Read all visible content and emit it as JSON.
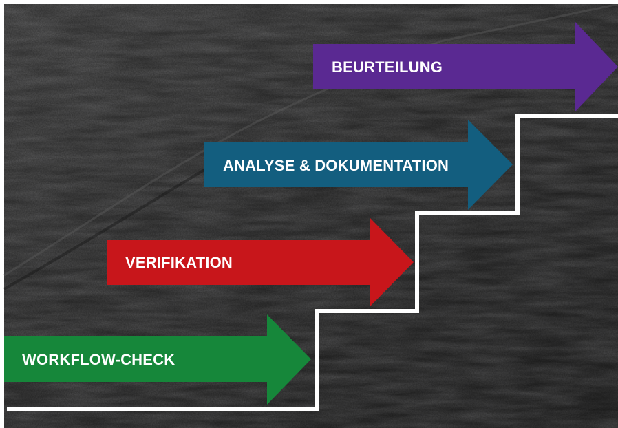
{
  "steps": [
    {
      "id": "workflow-check",
      "label": "WORKFLOW-CHECK",
      "color": "#16873a"
    },
    {
      "id": "verifikation",
      "label": "VERIFIKATION",
      "color": "#c8161b"
    },
    {
      "id": "analyse-dokumentation",
      "label": "ANALYSE & DOKUMENTATION",
      "color": "#135e7f"
    },
    {
      "id": "beurteilung",
      "label": "BEURTEILUNG",
      "color": "#5a2992"
    }
  ],
  "staircase_color": "#ffffff",
  "background": "dark slate stone texture"
}
